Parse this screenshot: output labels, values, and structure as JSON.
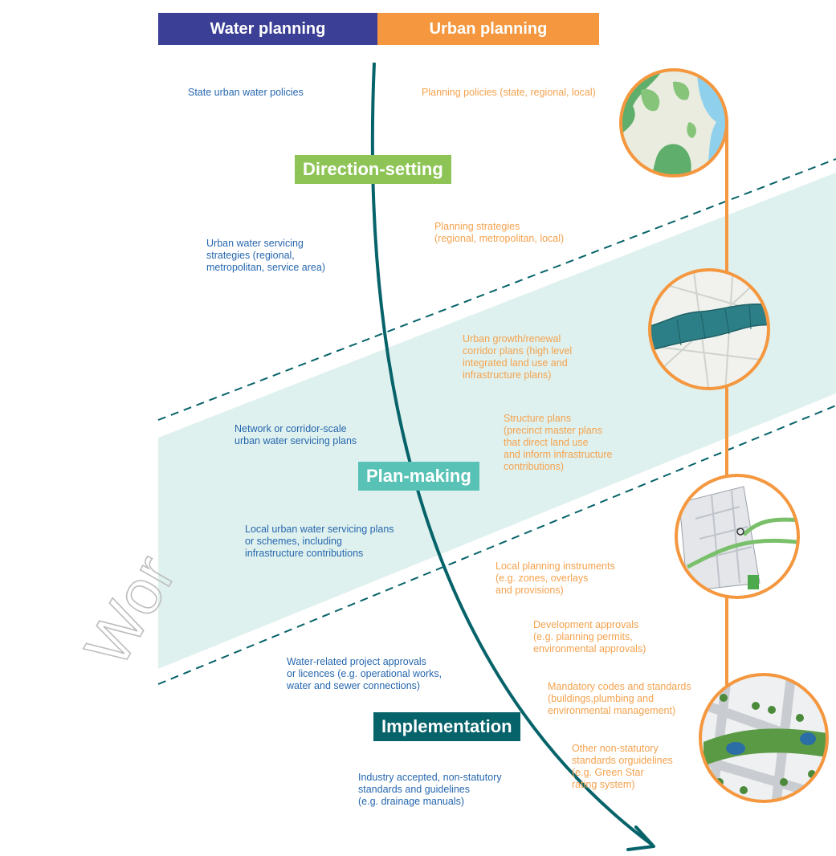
{
  "headers": {
    "water": "Water planning",
    "urban": "Urban planning"
  },
  "stages": {
    "direction": "Direction-setting",
    "plan": "Plan-making",
    "implementation": "Implementation"
  },
  "water_items": [
    "State urban water policies",
    "Urban water servicing\nstrategies (regional,\nmetropolitan, service area)",
    "Network or corridor-scale\nurban water servicing plans",
    "Local urban water servicing plans\nor schemes, including\ninfrastructure contributions",
    "Water-related project approvals\nor licences (e.g. operational works,\nwater and sewer connections)",
    "Industry accepted, non-statutory\nstandards and guidelines\n(e.g. drainage manuals)"
  ],
  "urban_items": [
    "Planning policies (state, regional, local)",
    "Planning strategies\n(regional, metropolitan, local)",
    "Urban growth/renewal\ncorridor plans (high level\nintegrated land use and\ninfrastructure plans)",
    "Structure plans\n(precinct master plans\nthat direct land use\nand inform infrastructure\ncontributions)",
    "Local planning instruments\n(e.g. zones, overlays\nand provisions)",
    "Development approvals\n(e.g. planning permits,\nenvironmental approvals)",
    "Mandatory codes and standards\n(buildings,plumbing and\nenvironmental management)",
    "Other non-statutory\nstandards orguidelines\n(e.g. Green Star\nrating system)"
  ],
  "colors": {
    "water_header": "#3b3f95",
    "urban_header": "#f4973f",
    "direction": "#8dc455",
    "plan": "#58c2b6",
    "implementation": "#07636a",
    "band": "#dff1ee",
    "water_text": "#2667ae",
    "urban_text": "#f4a24e"
  },
  "icons": [
    "metro-map-icon",
    "corridor-map-icon",
    "precinct-plan-icon",
    "streetscape-icon"
  ],
  "watermark": "Wor"
}
